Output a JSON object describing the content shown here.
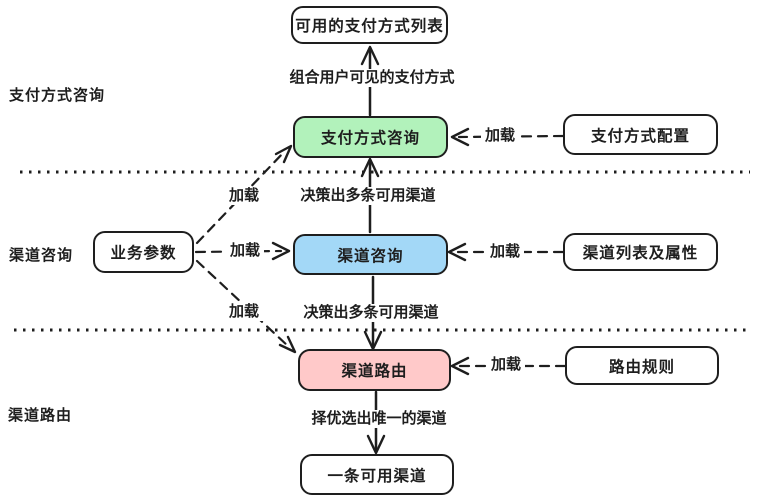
{
  "colors": {
    "node_green": "#b2f2bb",
    "node_blue": "#a3d8f7",
    "node_pink": "#ffc9c9",
    "stroke": "#1e1e1e"
  },
  "stage_labels": {
    "payment_method_inquiry": "支付方式咨询",
    "channel_inquiry": "渠道咨询",
    "channel_routing": "渠道路由"
  },
  "nodes": {
    "available_list": "可用的支付方式列表",
    "payment_inquiry": "支付方式咨询",
    "payment_config": "支付方式配置",
    "business_params": "业务参数",
    "channel_inquiry": "渠道咨询",
    "channel_attrs": "渠道列表及属性",
    "channel_routing": "渠道路由",
    "routing_rules": "路由规则",
    "single_channel": "一条可用渠道"
  },
  "edge_labels": {
    "combine_visible": "组合用户可见的支付方式",
    "decide_channels_upper": "决策出多条可用渠道",
    "decide_channels_lower": "决策出多条可用渠道",
    "select_unique": "择优选出唯一的渠道",
    "load": "加载"
  }
}
